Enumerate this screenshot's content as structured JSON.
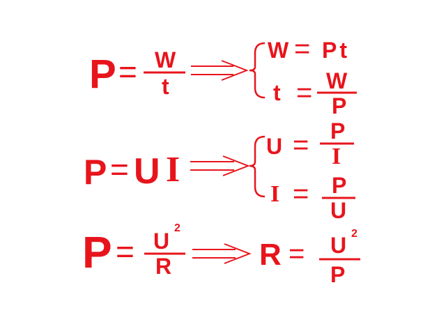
{
  "accent_color": "#e8141c",
  "row1": {
    "lhs": "P",
    "eq": "=",
    "num": "W",
    "den": "t",
    "case_a": {
      "lhs": "W",
      "eq": "=",
      "rhs": "Pt"
    },
    "case_b": {
      "lhs": "t",
      "eq": "=",
      "num": "W",
      "den": "P"
    }
  },
  "row2": {
    "lhs": "P",
    "eq": "=",
    "rhs_u": "U",
    "rhs_i": "I",
    "case_a": {
      "lhs": "U",
      "eq": "=",
      "num": "P",
      "den": "I"
    },
    "case_b": {
      "lhs": "I",
      "eq": "=",
      "num": "P",
      "den": "U"
    }
  },
  "row3": {
    "lhs": "P",
    "eq": "=",
    "num": "U",
    "num_exp": "2",
    "den": "R",
    "result": {
      "lhs": "R",
      "eq": "=",
      "num": "U",
      "num_exp": "2",
      "den": "P"
    }
  },
  "icons": [
    "double-arrow-icon",
    "left-brace-icon"
  ]
}
